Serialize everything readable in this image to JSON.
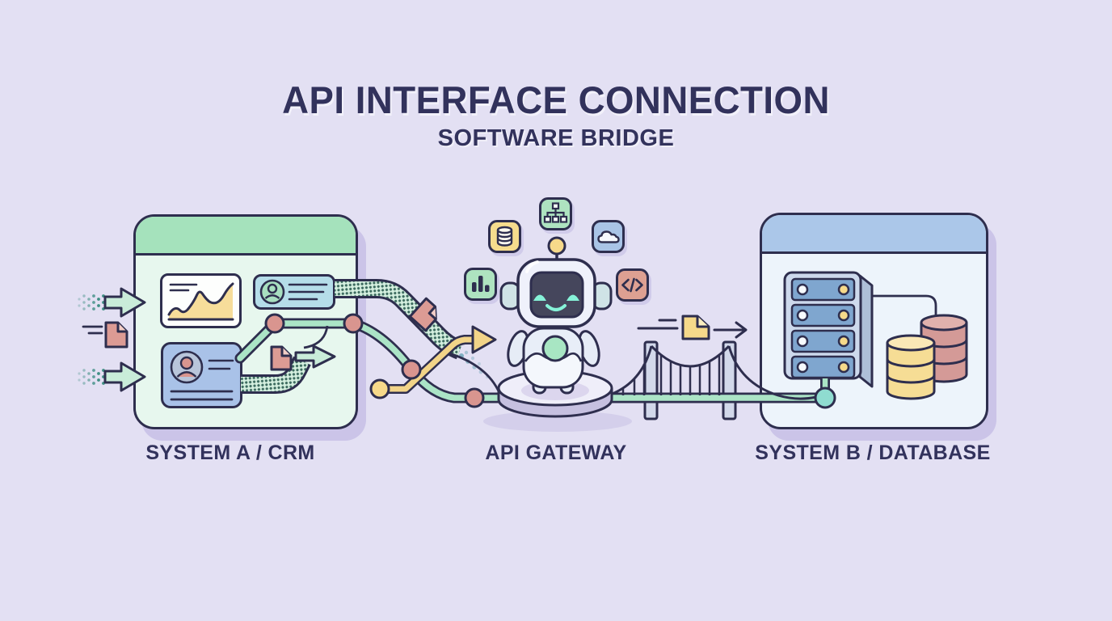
{
  "title": "API INTERFACE CONNECTION",
  "subtitle": "SOFTWARE BRIDGE",
  "captions": {
    "system_a": "SYSTEM A / CRM",
    "gateway": "API GATEWAY",
    "system_b": "SYSTEM B / DATABASE"
  },
  "gateway_icons": [
    "database-icon",
    "sitemap-icon",
    "cloud-icon",
    "bar-chart-icon",
    "code-icon"
  ],
  "colors": {
    "background": "#e3e0f3",
    "outline": "#2e2e4e",
    "text": "#32325c",
    "system_a_header": "#a5e2bc",
    "system_a_body": "#e7f7ee",
    "system_b_header": "#abc7e9",
    "system_b_body": "#edf4fb",
    "connector_mint": "#abe4c6",
    "node_pink": "#d9958f",
    "accent_yellow": "#f6d98a",
    "document_pink": "#dc9b94",
    "robot_face": "#45465c",
    "robot_eyes": "#86f2d8",
    "platform_lavender": "#c6c0e0",
    "teal_node": "#8fdcd0"
  }
}
